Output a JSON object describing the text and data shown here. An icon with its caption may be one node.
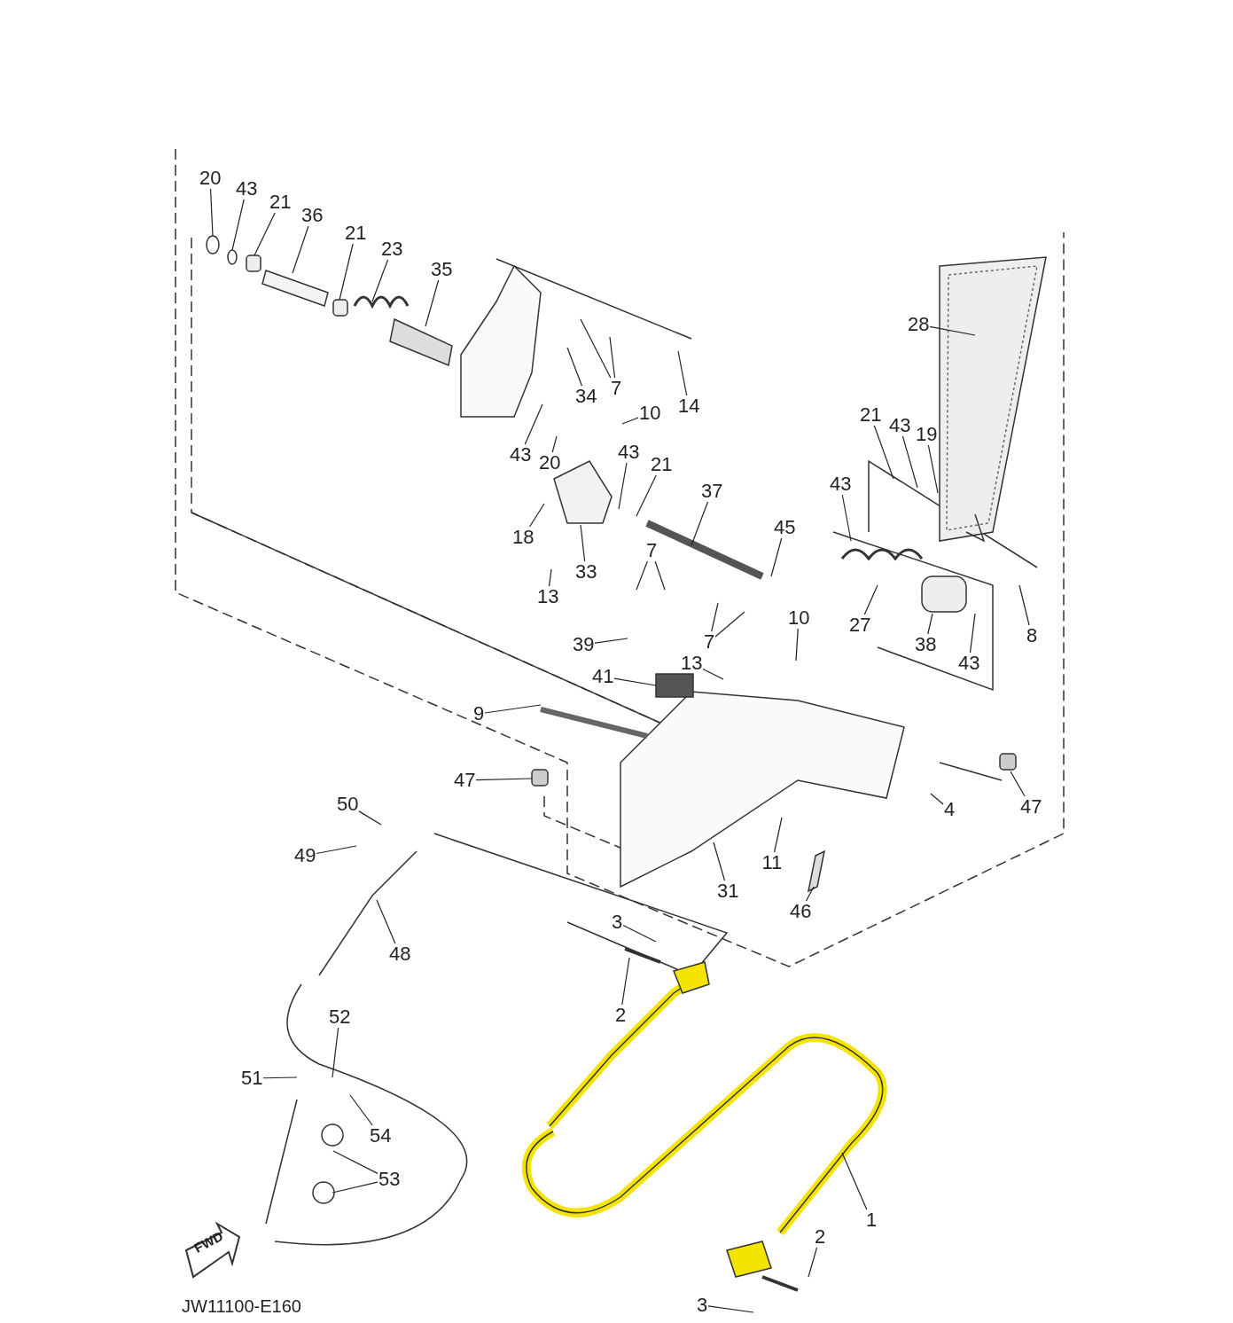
{
  "diagram": {
    "nodes": [
      {
        "text": [
          "20"
        ]
      },
      {
        "text": [
          "43"
        ]
      },
      {
        "text": [
          "21"
        ]
      },
      {
        "text": [
          "36"
        ]
      },
      {
        "text": [
          "21"
        ]
      },
      {
        "text": [
          "23"
        ]
      },
      {
        "text": [
          "35"
        ]
      },
      {
        "text": [
          "28"
        ]
      },
      {
        "text": [
          "34"
        ]
      },
      {
        "text": [
          "7"
        ]
      },
      {
        "text": [
          "14"
        ]
      },
      {
        "text": [
          "10"
        ]
      },
      {
        "text": [
          "43"
        ]
      },
      {
        "text": [
          "20"
        ]
      },
      {
        "text": [
          "21"
        ]
      },
      {
        "text": [
          "43"
        ]
      },
      {
        "text": [
          "19"
        ]
      },
      {
        "text": [
          "43"
        ]
      },
      {
        "text": [
          "21"
        ]
      },
      {
        "text": [
          "43"
        ]
      },
      {
        "text": [
          "18"
        ]
      },
      {
        "text": [
          "37"
        ]
      },
      {
        "text": [
          "45"
        ]
      },
      {
        "text": [
          "33"
        ]
      },
      {
        "text": [
          "7"
        ]
      },
      {
        "text": [
          "13"
        ]
      },
      {
        "text": [
          "27"
        ]
      },
      {
        "text": [
          "8"
        ]
      },
      {
        "text": [
          "10"
        ]
      },
      {
        "text": [
          "7"
        ]
      },
      {
        "text": [
          "39"
        ]
      },
      {
        "text": [
          "38"
        ]
      },
      {
        "text": [
          "43"
        ]
      },
      {
        "text": [
          "13"
        ]
      },
      {
        "text": [
          "41"
        ]
      },
      {
        "text": [
          "9"
        ]
      },
      {
        "text": [
          "47"
        ]
      },
      {
        "text": [
          "47"
        ]
      },
      {
        "text": [
          "4"
        ]
      },
      {
        "text": [
          "50"
        ]
      },
      {
        "text": [
          "49"
        ]
      },
      {
        "text": [
          "11"
        ]
      },
      {
        "text": [
          "31"
        ]
      },
      {
        "text": [
          "46"
        ]
      },
      {
        "text": [
          "3"
        ]
      },
      {
        "text": [
          "48"
        ]
      },
      {
        "text": [
          "2"
        ]
      },
      {
        "text": [
          "52"
        ]
      },
      {
        "text": [
          "51"
        ]
      },
      {
        "text": [
          "54"
        ]
      },
      {
        "text": [
          "53"
        ]
      },
      {
        "text": [
          "1"
        ]
      },
      {
        "text": [
          "2"
        ]
      },
      {
        "text": [
          "3"
        ]
      }
    ],
    "edges": [
      {
        "from": 0,
        "to": null,
        "arrow": "none"
      },
      {
        "from": 1,
        "to": null,
        "arrow": "none"
      },
      {
        "from": 2,
        "to": null,
        "arrow": "none"
      },
      {
        "from": 3,
        "to": null,
        "arrow": "none"
      },
      {
        "from": 4,
        "to": null,
        "arrow": "none"
      },
      {
        "from": 5,
        "to": null,
        "arrow": "none"
      },
      {
        "from": 6,
        "to": null,
        "arrow": "none"
      },
      {
        "from": 7,
        "to": null,
        "arrow": "none"
      },
      {
        "from": 8,
        "to": null,
        "arrow": "none"
      },
      {
        "from": 9,
        "to": null,
        "arrow": "none"
      },
      {
        "from": 9,
        "to": null,
        "arrow": "none"
      },
      {
        "from": 10,
        "to": null,
        "arrow": "none"
      },
      {
        "from": 11,
        "to": null,
        "arrow": "none"
      },
      {
        "from": 12,
        "to": null,
        "arrow": "none"
      },
      {
        "from": 13,
        "to": null,
        "arrow": "none"
      },
      {
        "from": 14,
        "to": null,
        "arrow": "none"
      },
      {
        "from": 15,
        "to": null,
        "arrow": "none"
      },
      {
        "from": 16,
        "to": null,
        "arrow": "none"
      },
      {
        "from": 17,
        "to": null,
        "arrow": "none"
      },
      {
        "from": 18,
        "to": null,
        "arrow": "none"
      },
      {
        "from": 19,
        "to": null,
        "arrow": "none"
      },
      {
        "from": 20,
        "to": null,
        "arrow": "none"
      },
      {
        "from": 21,
        "to": null,
        "arrow": "none"
      },
      {
        "from": 22,
        "to": null,
        "arrow": "none"
      },
      {
        "from": 23,
        "to": null,
        "arrow": "none"
      },
      {
        "from": 24,
        "to": null,
        "arrow": "none"
      },
      {
        "from": 24,
        "to": null,
        "arrow": "none"
      },
      {
        "from": 25,
        "to": null,
        "arrow": "none"
      },
      {
        "from": 26,
        "to": null,
        "arrow": "none"
      },
      {
        "from": 27,
        "to": null,
        "arrow": "none"
      },
      {
        "from": 28,
        "to": null,
        "arrow": "none"
      },
      {
        "from": 29,
        "to": null,
        "arrow": "none"
      },
      {
        "from": 29,
        "to": null,
        "arrow": "none"
      },
      {
        "from": 30,
        "to": null,
        "arrow": "none"
      },
      {
        "from": 31,
        "to": null,
        "arrow": "none"
      },
      {
        "from": 32,
        "to": null,
        "arrow": "none"
      },
      {
        "from": 33,
        "to": null,
        "arrow": "none"
      },
      {
        "from": 34,
        "to": null,
        "arrow": "none"
      },
      {
        "from": 35,
        "to": null,
        "arrow": "none"
      },
      {
        "from": 36,
        "to": null,
        "arrow": "none"
      },
      {
        "from": 37,
        "to": null,
        "arrow": "none"
      },
      {
        "from": 38,
        "to": null,
        "arrow": "none"
      },
      {
        "from": 39,
        "to": null,
        "arrow": "none"
      },
      {
        "from": 40,
        "to": null,
        "arrow": "none"
      },
      {
        "from": 41,
        "to": null,
        "arrow": "none"
      },
      {
        "from": 42,
        "to": null,
        "arrow": "none"
      },
      {
        "from": 43,
        "to": null,
        "arrow": "none"
      },
      {
        "from": 44,
        "to": null,
        "arrow": "none"
      },
      {
        "from": 45,
        "to": null,
        "arrow": "none"
      },
      {
        "from": 46,
        "to": null,
        "arrow": "none"
      },
      {
        "from": 47,
        "to": null,
        "arrow": "none"
      },
      {
        "from": 48,
        "to": null,
        "arrow": "none"
      },
      {
        "from": 49,
        "to": null,
        "arrow": "none"
      },
      {
        "from": 50,
        "to": null,
        "arrow": "none"
      },
      {
        "from": 50,
        "to": null,
        "arrow": "none"
      },
      {
        "from": 51,
        "to": null,
        "arrow": "none"
      },
      {
        "from": 52,
        "to": null,
        "arrow": "none"
      },
      {
        "from": 53,
        "to": null,
        "arrow": "none"
      }
    ],
    "labels": [
      "FWD",
      "JW11100-E160"
    ]
  }
}
